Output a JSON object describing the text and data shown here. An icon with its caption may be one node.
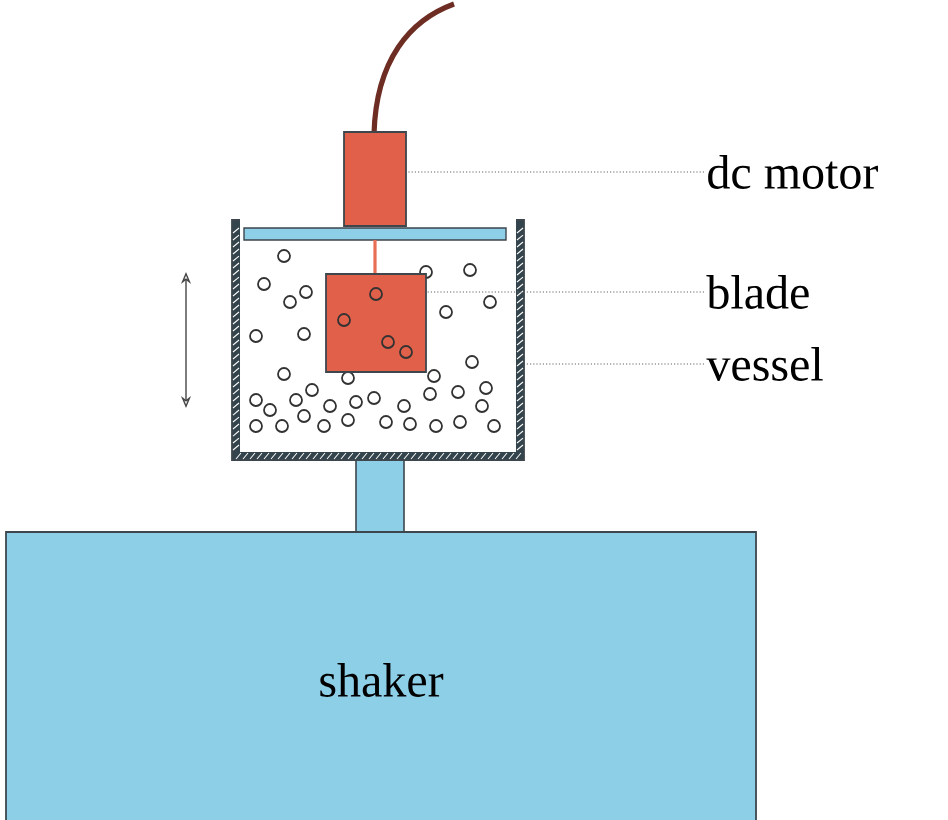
{
  "diagram": {
    "nodes": [
      {
        "text": [
          "dc motor"
        ]
      },
      {
        "text": [
          "blade"
        ]
      },
      {
        "text": [
          "vessel"
        ]
      },
      {
        "text": [],
        "shape": "box"
      },
      {
        "text": [],
        "shape": "box"
      },
      {
        "text": [],
        "shape": "box",
        "in": 4
      },
      {
        "text": [
          "shaker"
        ]
      }
    ],
    "edges": [
      {
        "from": 0,
        "to": 3,
        "arrow": "none",
        "style": "dashed"
      },
      {
        "from": 1,
        "to": 5,
        "arrow": "none",
        "style": "dashed"
      },
      {
        "from": 2,
        "to": 4,
        "arrow": "none",
        "style": "dashed"
      }
    ]
  }
}
